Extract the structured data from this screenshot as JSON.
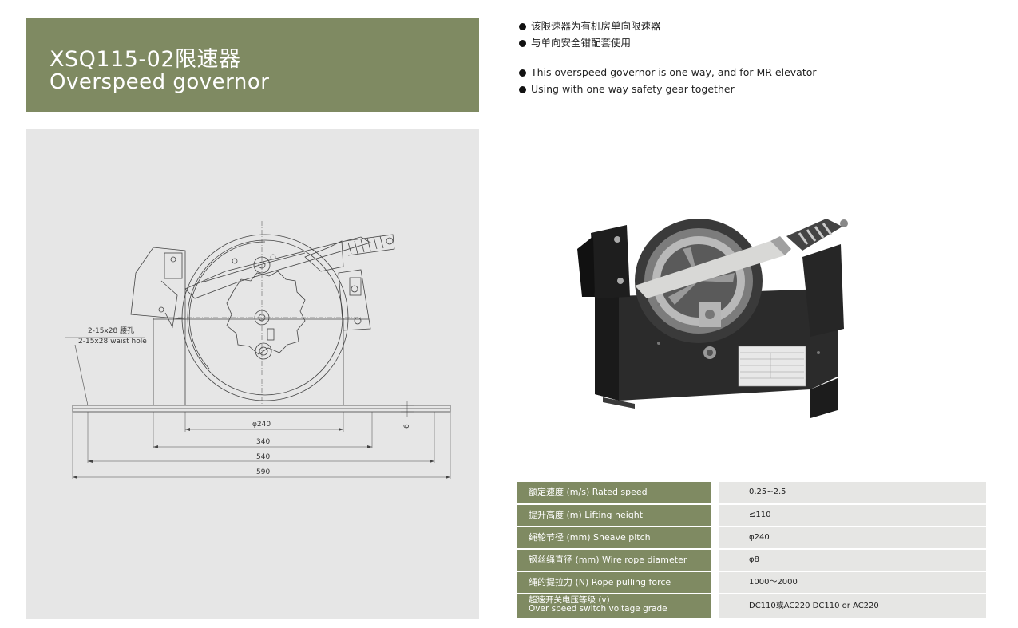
{
  "title": {
    "model_cn": "XSQ115-02限速器",
    "name_en": "Overspeed governor"
  },
  "bullets_cn": [
    "该限速器为有机房单向限速器",
    "与单向安全钳配套使用"
  ],
  "bullets_en": [
    "This overspeed governor is one way, and for MR elevator",
    "Using with one way safety gear together"
  ],
  "drawing": {
    "hole_label_cn": "2-15x28  腰孔",
    "hole_label_en": "2-15x28 waist hole",
    "dim_sheave": "φ240",
    "dim_340": "340",
    "dim_540": "540",
    "dim_590": "590",
    "dim_6": "6"
  },
  "specs": [
    {
      "label": "额定速度 (m/s) Rated speed",
      "value": "0.25~2.5"
    },
    {
      "label": "提升高度 (m) Lifting height",
      "value": "≤110"
    },
    {
      "label": "绳轮节径 (mm) Sheave pitch",
      "value": "φ240"
    },
    {
      "label": "钢丝绳直径 (mm) Wire rope diameter",
      "value": "φ8"
    },
    {
      "label": "绳的提拉力 (N) Rope pulling force",
      "value": "1000～2000"
    },
    {
      "label_cn": "超速开关电压等级 (v)",
      "label_en": "Over speed switch voltage grade",
      "value": "DC110或AC220   DC110 or AC220"
    }
  ],
  "colors": {
    "accent": "#7f8a62",
    "panel_gray": "#e6e6e6"
  }
}
